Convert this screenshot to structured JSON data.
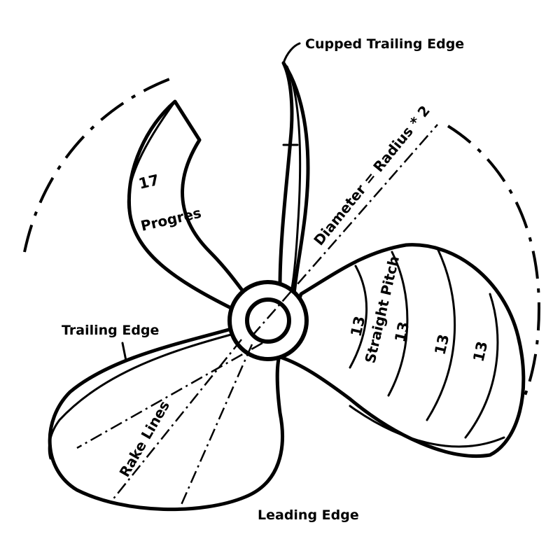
{
  "labels": {
    "cupped_trailing_edge": "Cupped Trailing Edge",
    "diameter": "Diameter = Radius * 2",
    "straight_pitch": "Straight Pitch",
    "progressive": "Progres",
    "trailing_edge": "Trailing Edge",
    "rake_lines": "Rake Lines",
    "leading_edge": "Leading Edge"
  },
  "pitch_values": {
    "progressive": "17",
    "straight_1": "13",
    "straight_2": "13",
    "straight_3": "13",
    "straight_4": "13"
  },
  "colors": {
    "line": "#000000",
    "background": "#ffffff"
  }
}
